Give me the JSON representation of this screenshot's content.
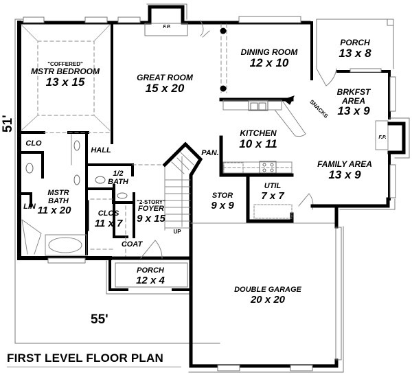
{
  "plan": {
    "title": "FIRST LEVEL FLOOR PLAN",
    "overall_width": "55'",
    "overall_depth": "51'"
  },
  "rooms": {
    "master_bedroom": {
      "note": "\"COFFERED\"",
      "name": "MSTR BEDROOM",
      "size": "13 x 15"
    },
    "great_room": {
      "name": "GREAT ROOM",
      "size": "15 x 20"
    },
    "dining_room": {
      "name": "DINING ROOM",
      "size": "12 x 10"
    },
    "porch_rear": {
      "name": "PORCH",
      "size": "13 x 8"
    },
    "breakfast": {
      "name": "BRKFST",
      "name2": "AREA",
      "size": "13 x 9"
    },
    "kitchen": {
      "name": "KITCHEN",
      "size": "10 x 11"
    },
    "family_area": {
      "name": "FAMILY AREA",
      "size": "13 x 9"
    },
    "closet_small": {
      "name": "CLO"
    },
    "hall": {
      "name": "HALL"
    },
    "half_bath": {
      "name": "1/2",
      "name2": "BATH"
    },
    "pantry": {
      "name": "PAN."
    },
    "master_bath": {
      "name": "MSTR",
      "name2": "BATH",
      "size": "11 x 20"
    },
    "linen": {
      "name": "LIN"
    },
    "closet": {
      "name": "CLOS",
      "size": "11 x 7"
    },
    "foyer": {
      "note": "\"2-STORY\"",
      "name": "FOYER",
      "size": "9 x 15"
    },
    "coat": {
      "name": "COAT"
    },
    "stair_up": {
      "name": "UP"
    },
    "storage": {
      "name": "STOR",
      "size": "9 x 9"
    },
    "utility": {
      "name": "UTIL",
      "size": "7 x 7"
    },
    "porch_front": {
      "name": "PORCH",
      "size": "12 x 4"
    },
    "garage": {
      "name": "DOUBLE GARAGE",
      "size": "20 x 20"
    },
    "snacks": {
      "name": "SNACKS"
    }
  },
  "fixtures": {
    "fireplace_great": "F.P.",
    "fireplace_family": "F.P."
  }
}
